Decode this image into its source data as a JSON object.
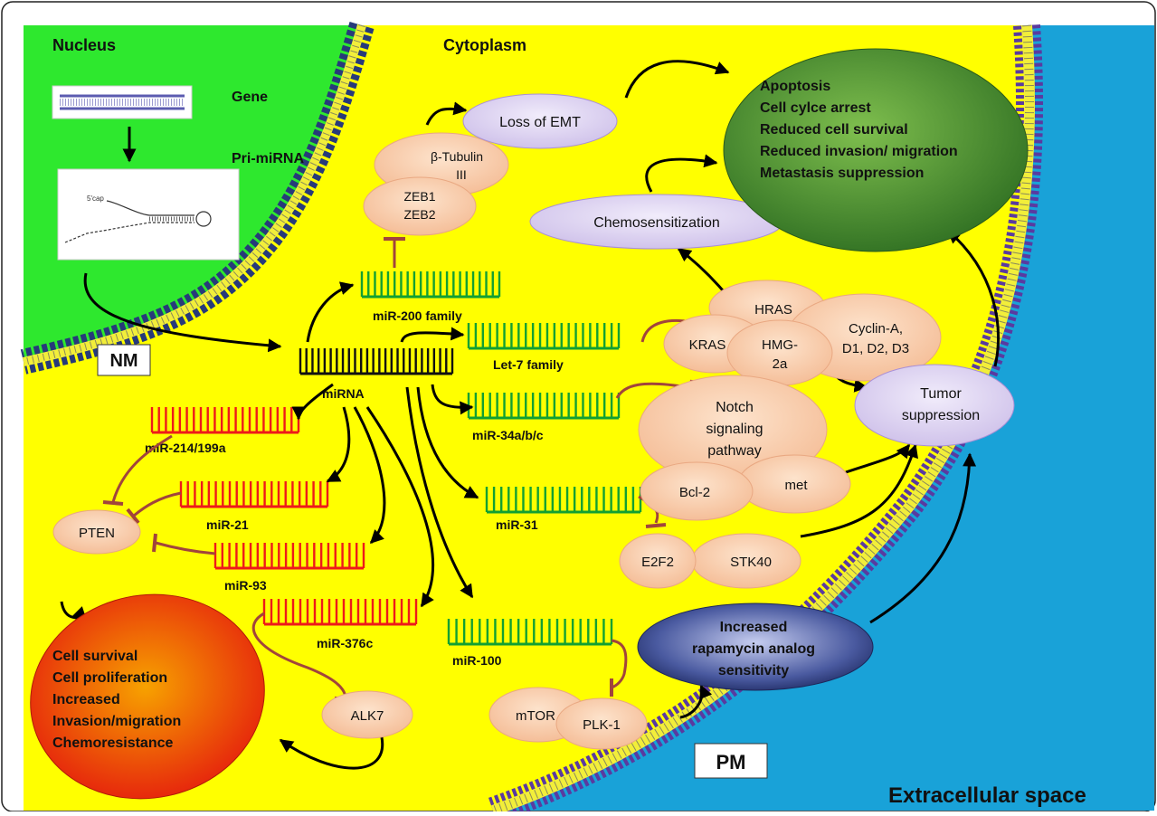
{
  "colors": {
    "cytoplasm": "#ffff00",
    "nucleus": "#2ee82e",
    "extracellular": "#19a2d8",
    "membrane_blue": "#273a7a",
    "membrane_yellow": "#f2ee3a",
    "membrane_purple": "#5a3aa0",
    "node_peach": "#f7c7a0",
    "node_lavender": "#d6ccf0",
    "suppress_green": "#3f8a2a",
    "oncogenic_red": "#e52d0c",
    "rapa_blue": "#26316e",
    "mirna_black": "#111111",
    "mirna_green": "#12a032",
    "mirna_red": "#ee1a1a",
    "inhibit_brown": "#a1443c"
  },
  "regions": {
    "nucleus": "Nucleus",
    "cytoplasm": "Cytoplasm",
    "extracellular": "Extracellular space",
    "nm": "NM",
    "pm": "PM"
  },
  "genesis": {
    "gene": "Gene",
    "pri_mirna": "Pri-miRNA",
    "cap_label": "5'cap"
  },
  "mirnas": {
    "center": "miRNA",
    "mir200": "miR-200 family",
    "let7": "Let-7  family",
    "mir34": "miR-34a/b/c",
    "mir31": "miR-31",
    "mir100": "miR-100",
    "mir214": "miR-214/199a",
    "mir21": "miR-21",
    "mir93": "miR-93",
    "mir376c": "miR-376c"
  },
  "targets": {
    "zeb1": "ZEB1",
    "zeb2": "ZEB2",
    "btub_line1": "β-Tubulin",
    "btub_line2": "III",
    "hras": "HRAS",
    "kras": "KRAS",
    "hmg_line1": "HMG-",
    "hmg_line2": "2a",
    "cyclin_line1": "Cyclin-A,",
    "cyclin_line2": "D1, D2, D3",
    "notch_line1": "Notch",
    "notch_line2": "signaling",
    "notch_line3": "pathway",
    "bcl2": "Bcl-2",
    "met": "met",
    "e2f2": "E2F2",
    "stk40": "STK40",
    "mtor": "mTOR",
    "plk1": "PLK-1",
    "pten": "PTEN",
    "alk7": "ALK7"
  },
  "effects": {
    "loss_emt": "Loss of EMT",
    "chemosens": "Chemosensitization",
    "tumor_line1": "Tumor",
    "tumor_line2": "suppression",
    "rapa_line1": "Increased",
    "rapa_line2": "rapamycin analog",
    "rapa_line3": "sensitivity"
  },
  "outcome_suppressive": [
    "Apoptosis",
    "Cell cylce arrest",
    "Reduced cell survival",
    "Reduced  invasion/ migration",
    "Metastasis suppression"
  ],
  "outcome_oncogenic": [
    "Cell survival",
    "Cell proliferation",
    "Increased",
    "Invasion/migration",
    "Chemoresistance"
  ]
}
